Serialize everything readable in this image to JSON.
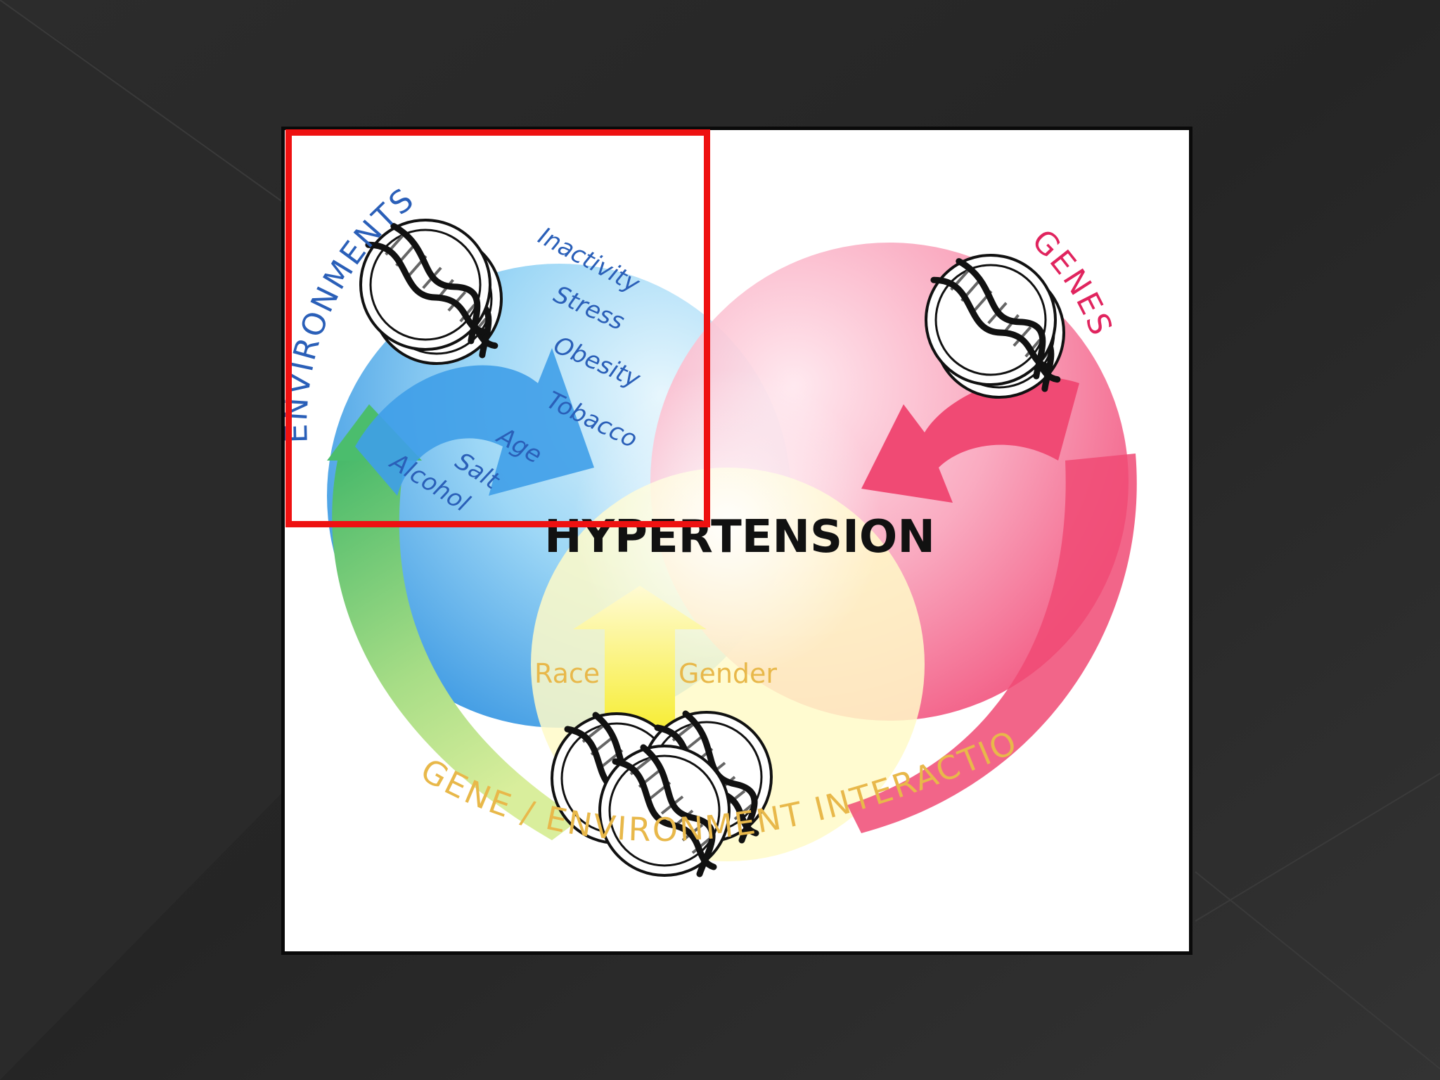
{
  "slide": {
    "background": "#262626"
  },
  "diagram": {
    "center_label": "HYPERTENSION",
    "environments": {
      "title": "ENVIRONMENTS",
      "color": "#2a5fb8",
      "factors": [
        "Inactivity",
        "Stress",
        "Obesity",
        "Tobacco",
        "Age",
        "Salt",
        "Alcohol"
      ]
    },
    "genes": {
      "title": "GENES",
      "color": "#e0245e"
    },
    "interactions": {
      "title": "GENE / ENVIRONMENT INTERACTIONS",
      "color": "#e8b84a",
      "factors": [
        "Race",
        "Gender"
      ]
    },
    "icons": [
      "dna-icon"
    ],
    "colors": {
      "blue_arrow": "#3fa2ea",
      "pink_arrow": "#f0436f",
      "green_arrow": "#8fd07a",
      "yellow_arrow": "#f7ef3a",
      "highlight_box": "#ee1111"
    }
  }
}
